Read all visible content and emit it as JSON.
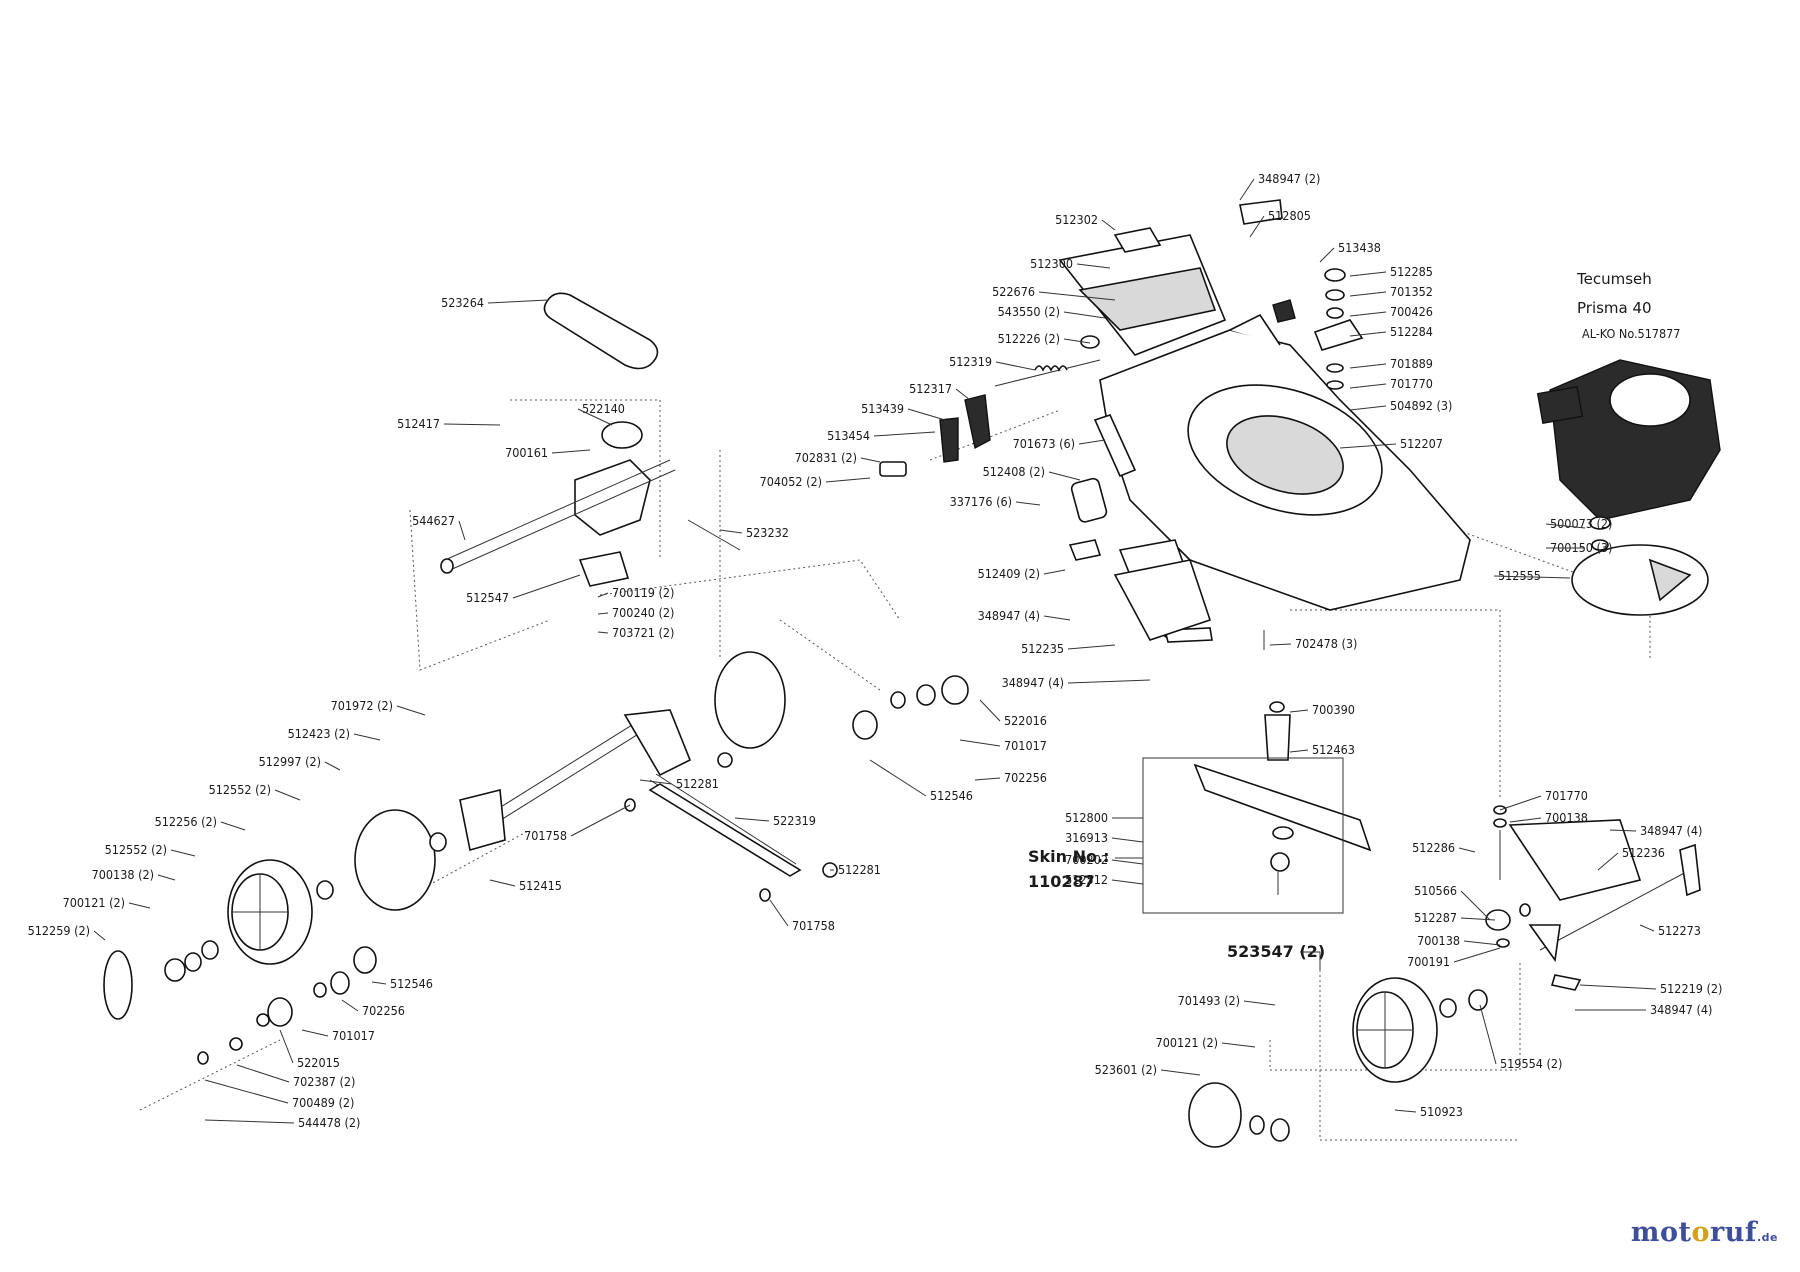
{
  "engine": {
    "brand": "Tecumseh",
    "model": "Prisma 40",
    "alko": "AL-KO No.517877"
  },
  "skin": {
    "label": "Skin No.:",
    "number": "110287"
  },
  "wheel_set": "523547 (2)",
  "logo": {
    "main": "motoruf",
    "suffix": ".de",
    "colors": [
      "#3f4e9b",
      "#d4a21a"
    ]
  },
  "parts": [
    "348947 (2)",
    "512805",
    "512302",
    "513438",
    "512300",
    "512285",
    "522676",
    "701352",
    "543550 (2)",
    "700426",
    "512226 (2)",
    "512284",
    "512319",
    "701889",
    "512317",
    "701770",
    "513439",
    "504892 (3)",
    "513454",
    "512207",
    "701673 (6)",
    "702831 (2)",
    "512408 (2)",
    "704052 (2)",
    "337176 (6)",
    "523264",
    "512417",
    "522140",
    "700161",
    "544627",
    "523232",
    "512547",
    "700119 (2)",
    "700240 (2)",
    "703721 (2)",
    "512409 (2)",
    "348947 (4)",
    "512235",
    "348947 (4)",
    "702478 (3)",
    "500073 (2)",
    "700150 (3)",
    "512555",
    "700390",
    "512463",
    "522016",
    "701017",
    "702256",
    "512546",
    "512281",
    "522319",
    "701758",
    "512281",
    "701758",
    "512415",
    "701972 (2)",
    "512423 (2)",
    "512997 (2)",
    "512552 (2)",
    "512256 (2)",
    "512552 (2)",
    "700138 (2)",
    "700121 (2)",
    "512259 (2)",
    "512546",
    "702256",
    "701017",
    "522015",
    "702387 (2)",
    "700489 (2)",
    "544478 (2)",
    "512800",
    "316913",
    "700202",
    "512512",
    "701770",
    "700138",
    "348947 (4)",
    "512286",
    "512236",
    "510566",
    "512287",
    "700138",
    "700191",
    "512273",
    "512219 (2)",
    "348947 (4)",
    "701493 (2)",
    "519554 (2)",
    "700121 (2)",
    "523601 (2)",
    "510923"
  ]
}
